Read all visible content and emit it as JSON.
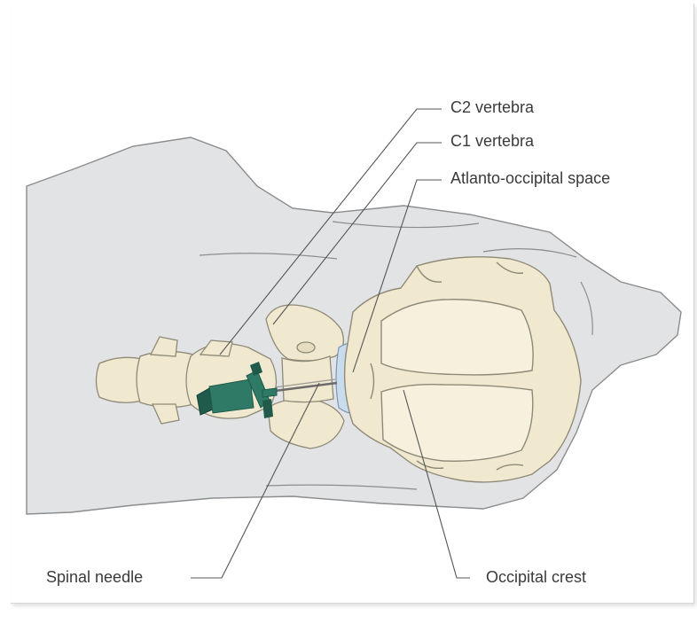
{
  "labels": {
    "c2_vertebra": "C2 vertebra",
    "c1_vertebra": "C1 vertebra",
    "atlanto_occipital_space": "Atlanto-occipital space",
    "spinal_needle": "Spinal needle",
    "occipital_crest": "Occipital crest"
  },
  "colors": {
    "body_fill": "#e2e3e4",
    "body_stroke": "#8a8c8e",
    "bone_fill": "#f1e9cf",
    "bone_stroke": "#8e8a78",
    "needle_green": "#2f7a66",
    "needle_dark": "#1f5a4a",
    "target_red": "#d8282f",
    "target_blue": "#c9dcee",
    "leader_line": "#555555"
  }
}
